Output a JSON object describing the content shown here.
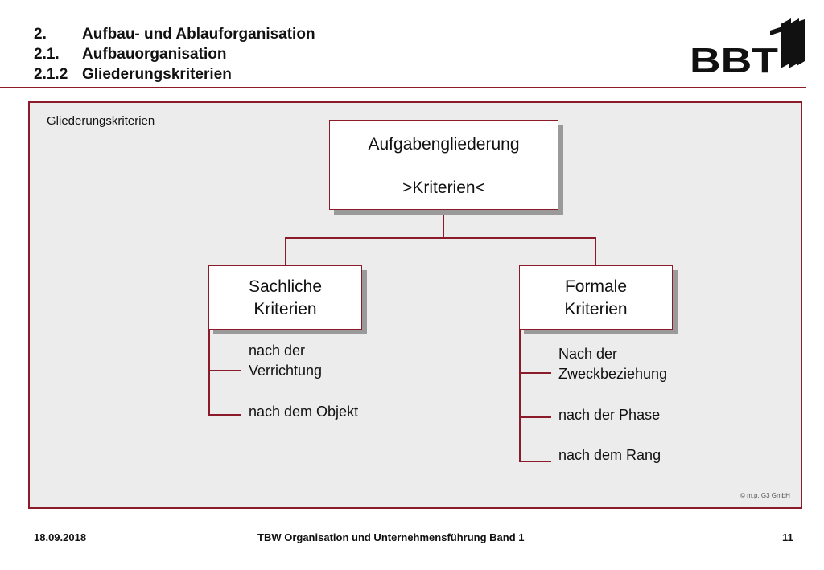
{
  "header": {
    "lines": [
      {
        "num": "2.",
        "text": "Aufbau- und Ablauforganisation"
      },
      {
        "num": "2.1.",
        "text": "Aufbauorganisation"
      },
      {
        "num": "2.1.2",
        "text": "Gliederungskriterien"
      }
    ],
    "logo_text": "BBT"
  },
  "diagram": {
    "caption": "Gliederungskriterien",
    "root": {
      "line1": "Aufgabengliederung",
      "line2": ">Kriterien<"
    },
    "left": {
      "line1": "Sachliche",
      "line2": "Kriterien",
      "items": [
        {
          "l1": "nach der",
          "l2": "Verrichtung"
        },
        {
          "l1": "nach dem Objekt",
          "l2": ""
        }
      ]
    },
    "right": {
      "line1": "Formale",
      "line2": "Kriterien",
      "items": [
        {
          "l1": "Nach der",
          "l2": "Zweckbeziehung"
        },
        {
          "l1": "nach der Phase",
          "l2": ""
        },
        {
          "l1": "nach dem Rang",
          "l2": ""
        }
      ]
    },
    "copyright": "© m.p. G3 GmbH"
  },
  "footer": {
    "date": "18.09.2018",
    "title": "TBW Organisation und Unternehmensführung Band 1",
    "page": "11"
  },
  "colors": {
    "accent": "#8b1a2b",
    "panel": "#ececec"
  }
}
